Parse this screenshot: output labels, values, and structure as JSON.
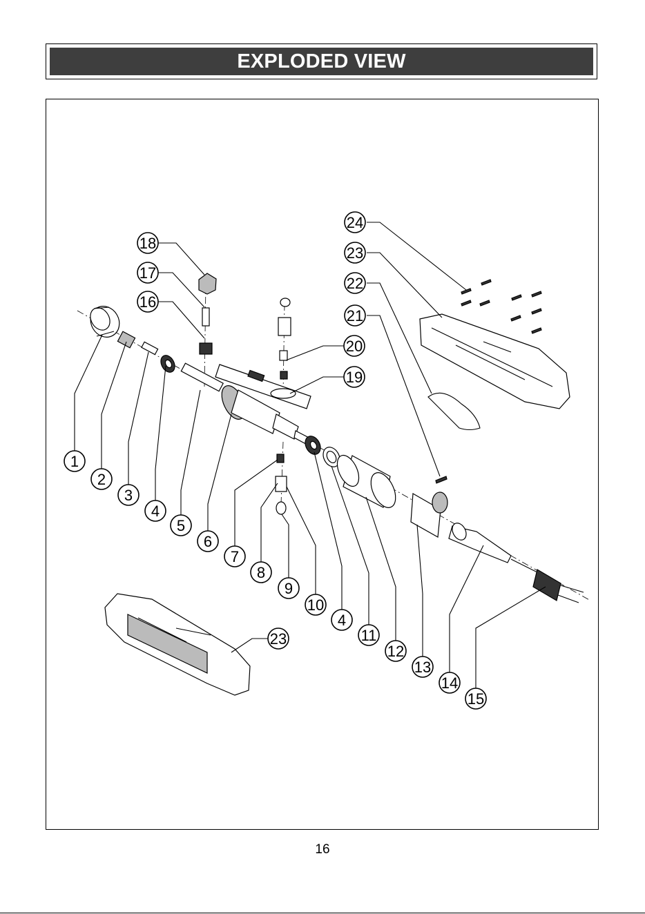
{
  "header": {
    "title": "EXPLODED VIEW"
  },
  "diagram": {
    "callouts": [
      "1",
      "2",
      "3",
      "4",
      "5",
      "6",
      "7",
      "8",
      "9",
      "10",
      "4",
      "11",
      "12",
      "13",
      "14",
      "15",
      "16",
      "17",
      "18",
      "19",
      "20",
      "21",
      "22",
      "23",
      "24",
      "23"
    ]
  },
  "footer": {
    "page_number": "16"
  }
}
